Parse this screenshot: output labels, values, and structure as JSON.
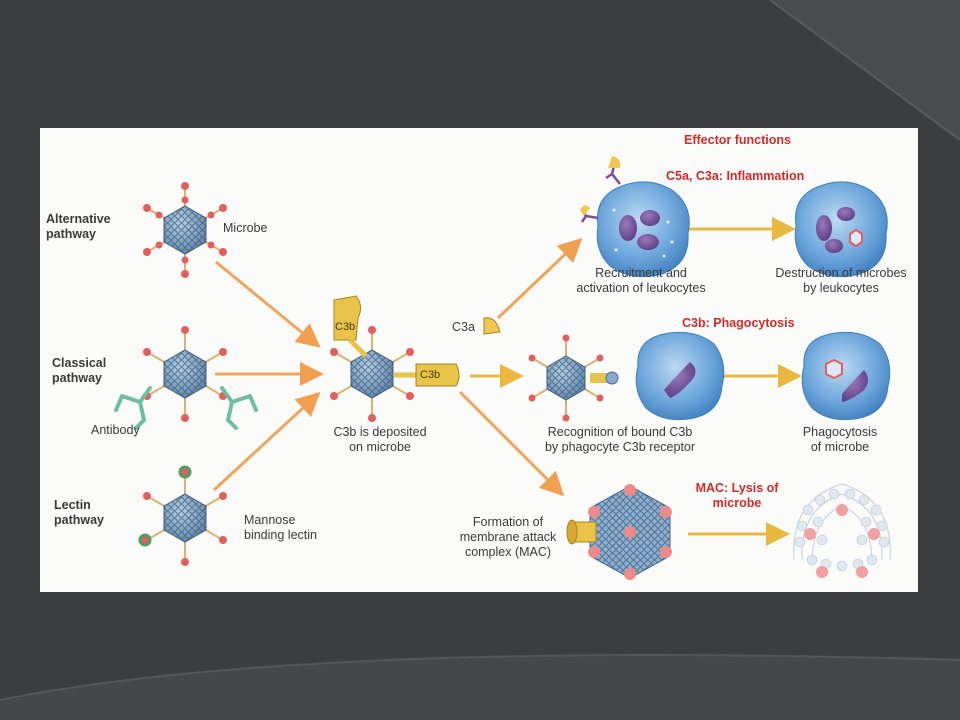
{
  "header": {
    "effector_title": "Effector functions"
  },
  "pathways": {
    "alternative": "Alternative\npathway",
    "classical": "Classical\npathway",
    "lectin": "Lectin\npathway"
  },
  "labels": {
    "microbe": "Microbe",
    "antibody": "Antibody",
    "mannose": "Mannose\nbinding lectin",
    "c3b_deposited": "C3b is deposited\non microbe",
    "c3a": "C3a",
    "c3b_top": "C3b",
    "c3b_side": "C3b"
  },
  "effectors": {
    "inflammation_title": "C5a, C3a: Inflammation",
    "recruitment": "Recruitment and\nactivation of leukocytes",
    "destruction": "Destruction of microbes\nby leukocytes",
    "phago_title": "C3b: Phagocytosis",
    "recognition": "Recognition of bound C3b\nby phagocyte C3b receptor",
    "phagocytosis": "Phagocytosis\nof microbe",
    "mac_title": "MAC: Lysis of\nmicrobe",
    "mac_formation": "Formation of\nmembrane attack\ncomplex (MAC)"
  },
  "colors": {
    "background": "#3c3d3f",
    "panel": "#fbfbfa",
    "effector_red": "#d42a2a",
    "arrow": "#f2a45a",
    "c3b_yellow": "#e8c44a",
    "cell_blue": "#5e9fd6"
  },
  "icons": [
    "microbe-icon",
    "antibody-icon",
    "lectin-icon",
    "c3b-fragment-icon",
    "c3a-fragment-icon",
    "leukocyte-icon",
    "phagocyte-icon",
    "mac-pore-icon"
  ]
}
